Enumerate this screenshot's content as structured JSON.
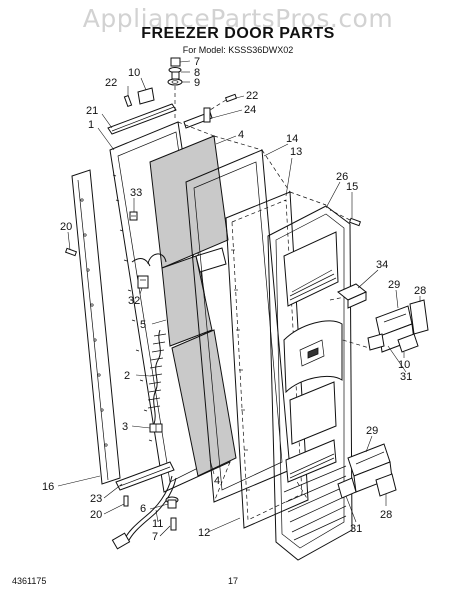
{
  "watermark": "AppliancePartsPros.com",
  "header": {
    "title": "FREEZER DOOR PARTS",
    "subtitle": "For Model: KSSS36DWX02"
  },
  "footer": {
    "code": "4361175",
    "page": "17"
  },
  "callouts": [
    {
      "id": "c7a",
      "text": "7"
    },
    {
      "id": "c8",
      "text": "8"
    },
    {
      "id": "c9",
      "text": "9"
    },
    {
      "id": "c10a",
      "text": "10"
    },
    {
      "id": "c22a",
      "text": "22"
    },
    {
      "id": "c22b",
      "text": "22"
    },
    {
      "id": "c24",
      "text": "24"
    },
    {
      "id": "c21",
      "text": "21"
    },
    {
      "id": "c1",
      "text": "1"
    },
    {
      "id": "c4a",
      "text": "4"
    },
    {
      "id": "c14",
      "text": "14"
    },
    {
      "id": "c13",
      "text": "13"
    },
    {
      "id": "c26",
      "text": "26"
    },
    {
      "id": "c15",
      "text": "15"
    },
    {
      "id": "c33",
      "text": "33"
    },
    {
      "id": "c20a",
      "text": "20"
    },
    {
      "id": "c34",
      "text": "34"
    },
    {
      "id": "c29a",
      "text": "29"
    },
    {
      "id": "c28a",
      "text": "28"
    },
    {
      "id": "c32",
      "text": "32"
    },
    {
      "id": "c5",
      "text": "5"
    },
    {
      "id": "c10b",
      "text": "10"
    },
    {
      "id": "c31a",
      "text": "31"
    },
    {
      "id": "c2",
      "text": "2"
    },
    {
      "id": "c3",
      "text": "3"
    },
    {
      "id": "c4b",
      "text": "4"
    },
    {
      "id": "c16",
      "text": "16"
    },
    {
      "id": "c29b",
      "text": "29"
    },
    {
      "id": "c23",
      "text": "23"
    },
    {
      "id": "c20b",
      "text": "20"
    },
    {
      "id": "c6",
      "text": "6"
    },
    {
      "id": "c11",
      "text": "11"
    },
    {
      "id": "c7b",
      "text": "7"
    },
    {
      "id": "c12",
      "text": "12"
    },
    {
      "id": "c31b",
      "text": "31"
    },
    {
      "id": "c28b",
      "text": "28"
    }
  ]
}
